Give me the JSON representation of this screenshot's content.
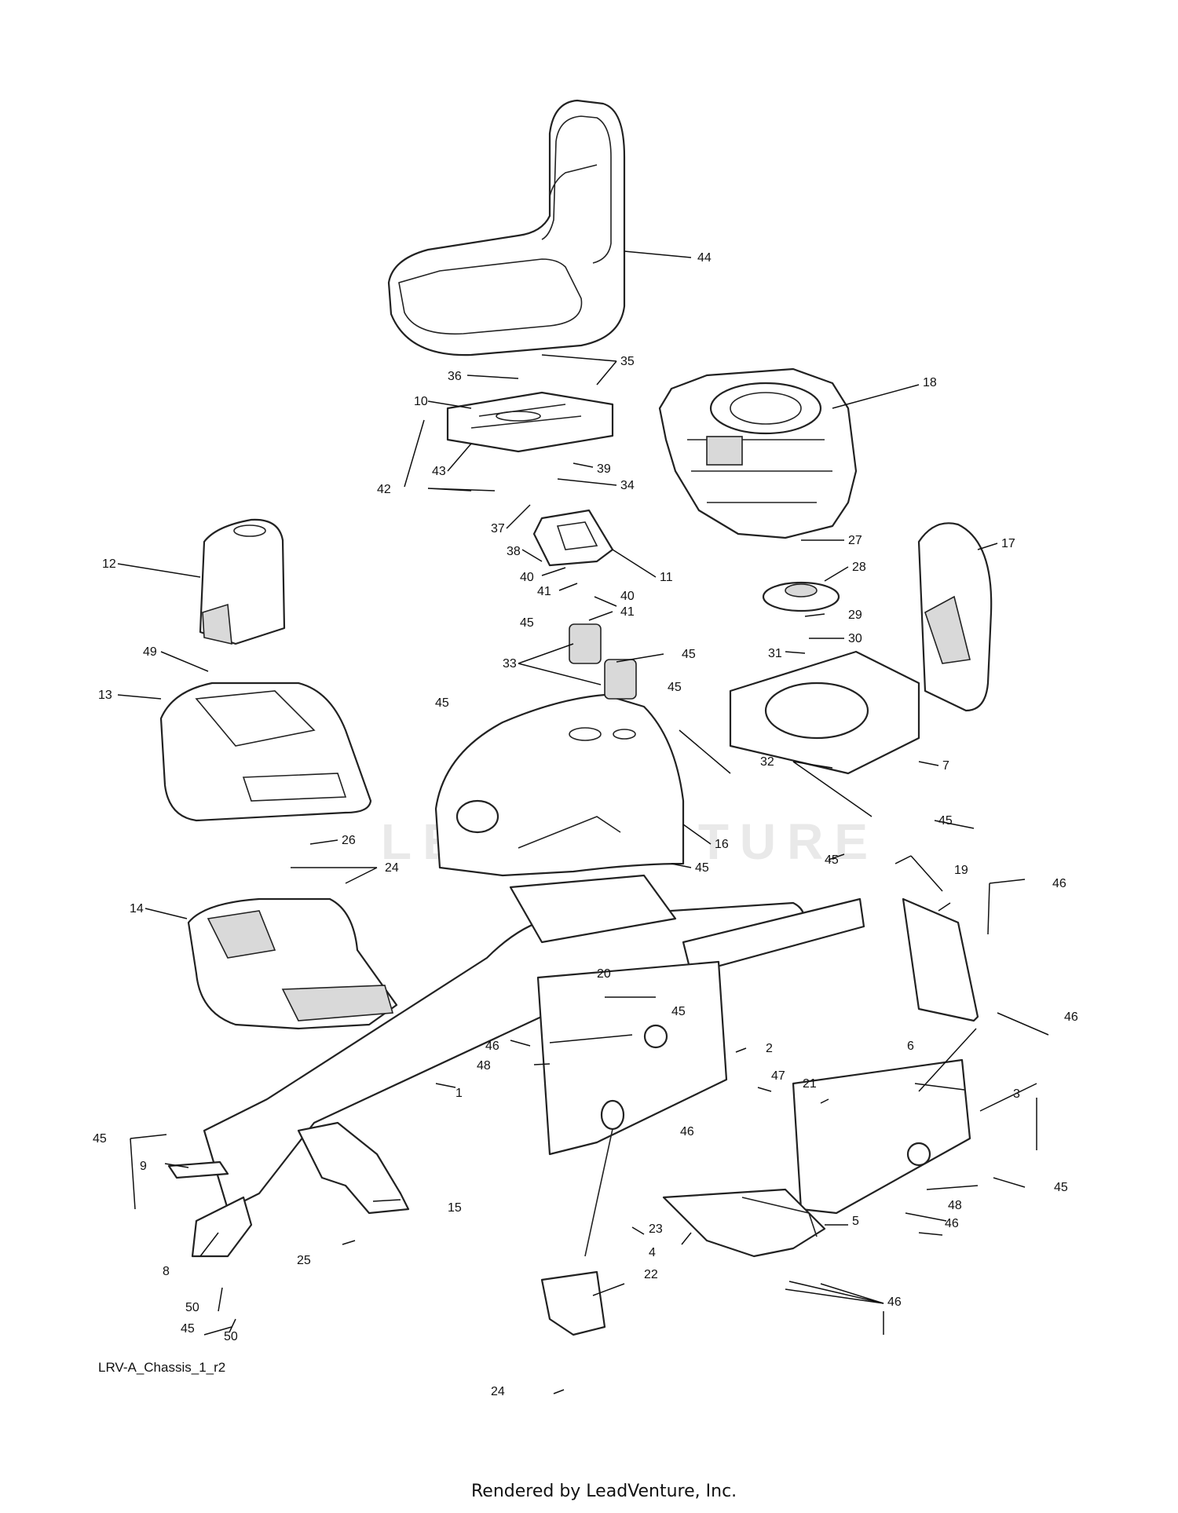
{
  "diagram_id": "LRV-A_Chassis_1_r2",
  "footer": "Rendered by LeadVenture, Inc.",
  "watermark": "LEADVENTURE",
  "callouts": [
    "44",
    "35",
    "36",
    "10",
    "18",
    "42",
    "43",
    "39",
    "34",
    "37",
    "38",
    "11",
    "12",
    "17",
    "27",
    "28",
    "40",
    "41",
    "40",
    "41",
    "45",
    "45",
    "29",
    "30",
    "31",
    "33",
    "49",
    "45",
    "45",
    "7",
    "13",
    "16",
    "32",
    "26",
    "45",
    "24",
    "45",
    "45",
    "19",
    "14",
    "46",
    "20",
    "45",
    "46",
    "48",
    "2",
    "1",
    "47",
    "21",
    "3",
    "6",
    "46",
    "45",
    "9",
    "46",
    "45",
    "15",
    "8",
    "23",
    "48",
    "46",
    "5",
    "4",
    "25",
    "22",
    "50",
    "46",
    "45",
    "50",
    "24"
  ]
}
